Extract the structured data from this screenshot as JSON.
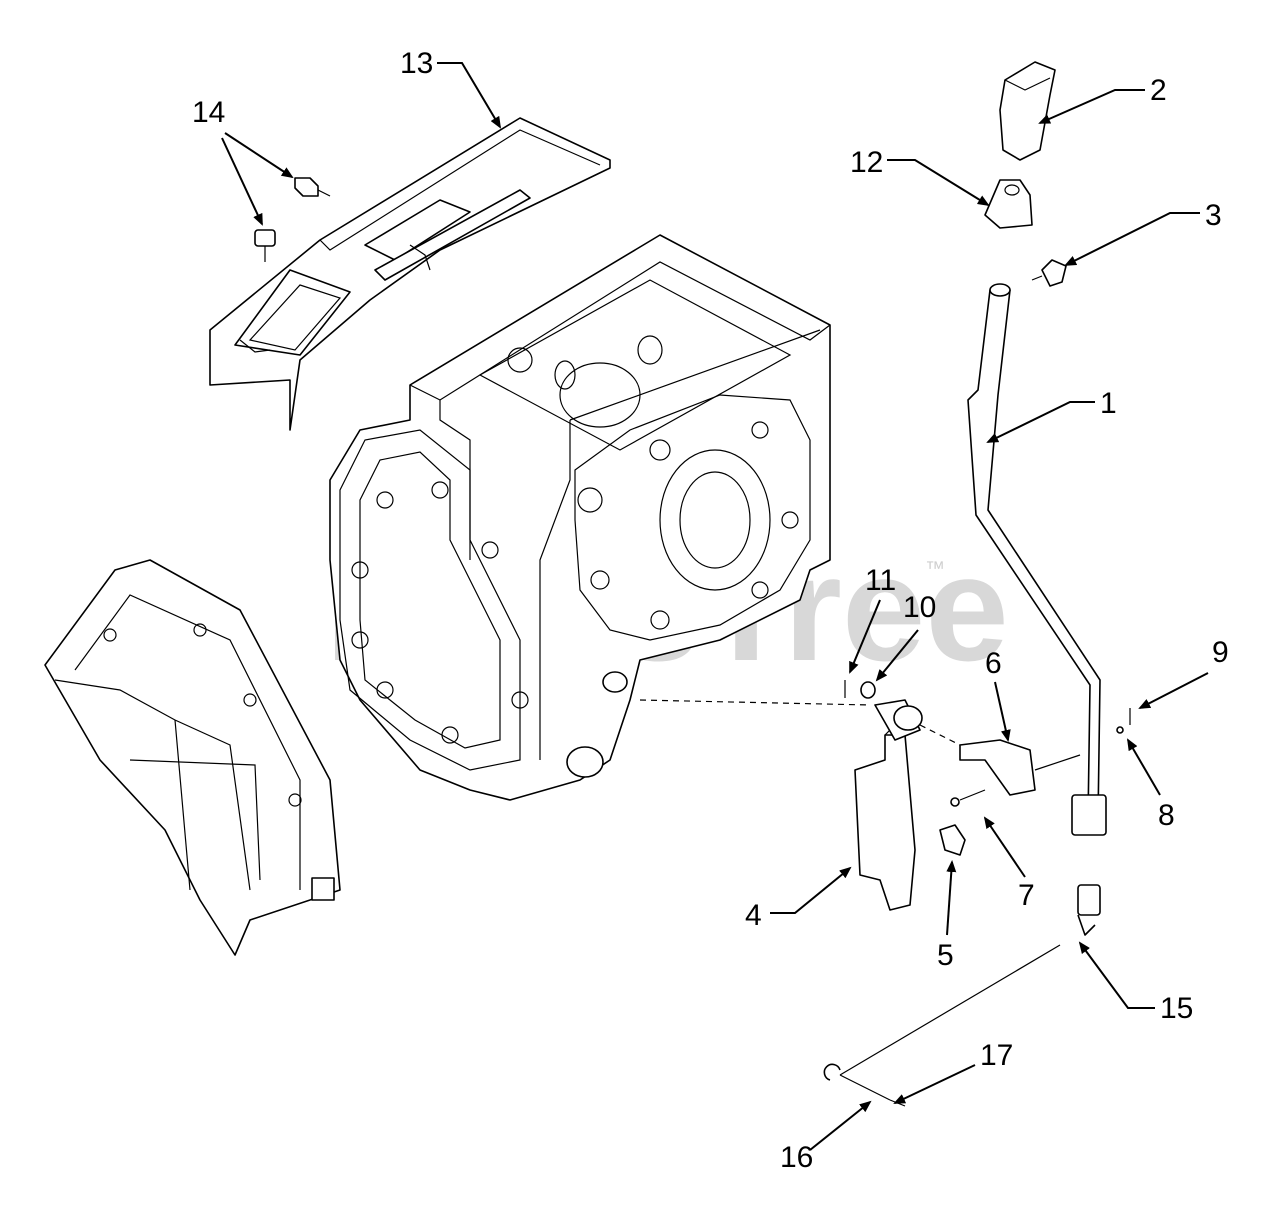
{
  "watermark": {
    "text": "PartsTree",
    "tm": "™"
  },
  "callouts": [
    {
      "id": "c1",
      "label": "1"
    },
    {
      "id": "c2",
      "label": "2"
    },
    {
      "id": "c3",
      "label": "3"
    },
    {
      "id": "c4",
      "label": "4"
    },
    {
      "id": "c5",
      "label": "5"
    },
    {
      "id": "c6",
      "label": "6"
    },
    {
      "id": "c7",
      "label": "7"
    },
    {
      "id": "c8",
      "label": "8"
    },
    {
      "id": "c9",
      "label": "9"
    },
    {
      "id": "c10",
      "label": "10"
    },
    {
      "id": "c11",
      "label": "11"
    },
    {
      "id": "c12",
      "label": "12"
    },
    {
      "id": "c13",
      "label": "13"
    },
    {
      "id": "c14",
      "label": "14"
    },
    {
      "id": "c15",
      "label": "15"
    },
    {
      "id": "c16",
      "label": "16"
    },
    {
      "id": "c17",
      "label": "17"
    }
  ]
}
